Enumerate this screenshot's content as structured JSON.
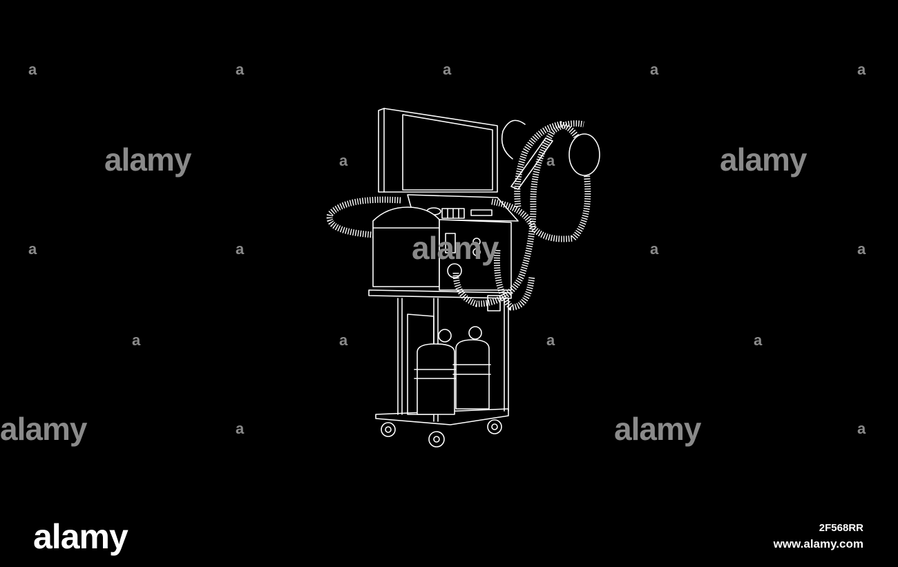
{
  "watermark": {
    "brand": "alamy",
    "small_mark": "a"
  },
  "footer": {
    "logo": "alamy",
    "image_id": "2F568RR",
    "site_url": "www.alamy.com"
  },
  "colors": {
    "background": "#000000",
    "line_art": "#ffffff",
    "watermark": "#8a8a8a"
  },
  "subject": "ventilator-cart-line-drawing"
}
